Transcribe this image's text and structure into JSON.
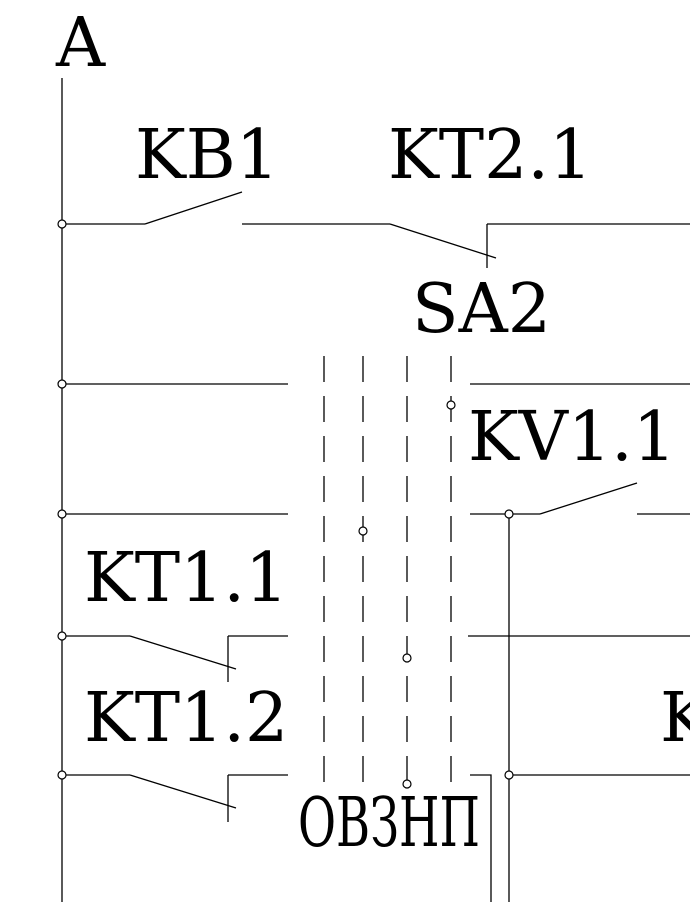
{
  "diagram": {
    "bus_label": "A",
    "switch_kb1": "KB1",
    "switch_kt21": "KT2.1",
    "selector_sa2": "SA2",
    "contact_kv11": "KV1.1",
    "contact_kt11": "KT1.1",
    "contact_kt12": "KT1.2",
    "cut_label_right": "K",
    "positions": "ОВЗНП"
  },
  "colors": {
    "ink": "#000000",
    "background": "#ffffff"
  }
}
